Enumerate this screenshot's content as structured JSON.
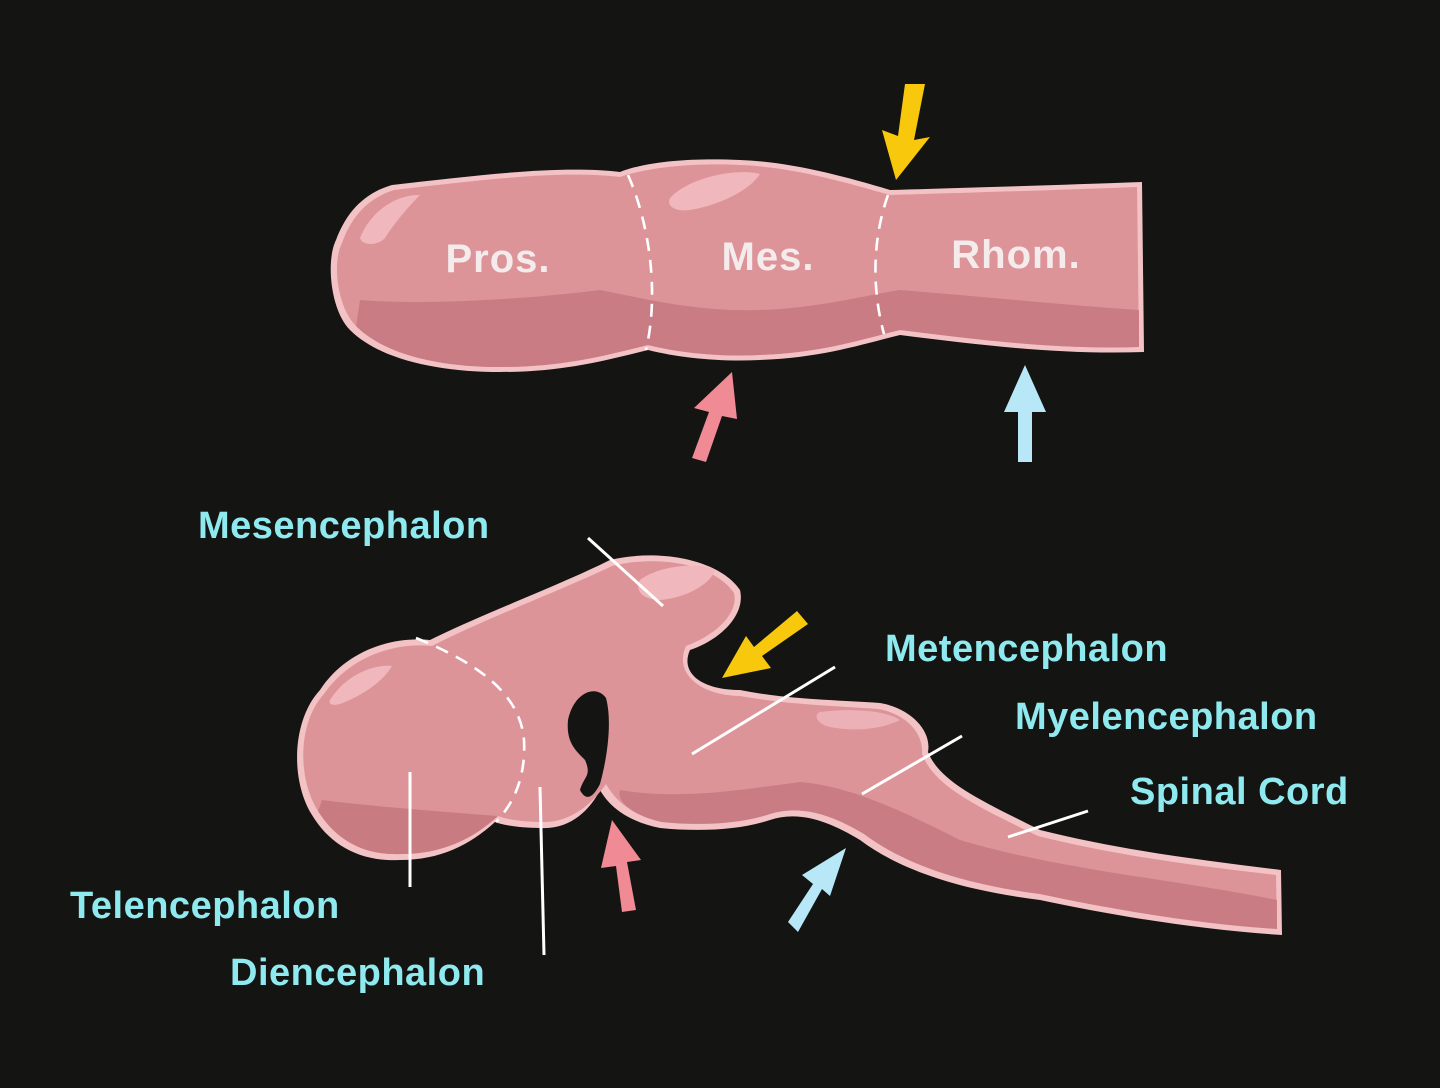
{
  "colors": {
    "background": "#141412",
    "tissue": "#dd9499",
    "tissue_shadow": "#c77880",
    "tissue_highlight": "#f0b8bd",
    "outline": "#f3c2c5",
    "label_cyan": "#8feaf0",
    "arrow_yellow": "#f7c80c",
    "arrow_pink": "#f08a94",
    "arrow_blue": "#b8e8f8"
  },
  "primary_vesicles": {
    "labels": [
      "Pros.",
      "Mes.",
      "Rhom."
    ]
  },
  "secondary_vesicles": {
    "mesencephalon": "Mesencephalon",
    "metencephalon": "Metencephalon",
    "myelencephalon": "Myelencephalon",
    "spinal_cord": "Spinal Cord",
    "telencephalon": "Telencephalon",
    "diencephalon": "Diencephalon"
  },
  "arrows": [
    {
      "name": "yellow-arrow",
      "color": "arrow_yellow"
    },
    {
      "name": "pink-arrow",
      "color": "arrow_pink"
    },
    {
      "name": "blue-arrow",
      "color": "arrow_blue"
    }
  ]
}
